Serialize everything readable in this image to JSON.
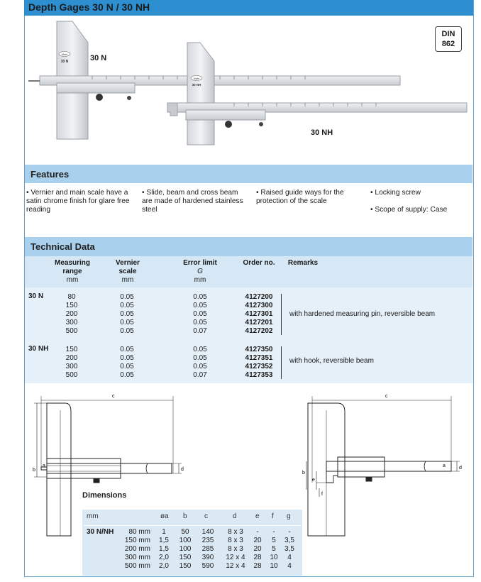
{
  "header": {
    "title": "Depth Gages 30 N / 30 NH"
  },
  "din_badge": {
    "line1": "DIN",
    "line2": "862"
  },
  "product_labels": {
    "n": "30 N",
    "nh": "30 NH"
  },
  "gauge_markings": {
    "brand": "Mahr",
    "model_n": "30 N",
    "model_nh": "30 NH"
  },
  "features": {
    "heading": "Features",
    "items": [
      "• Vernier and main scale have a satin chrome finish for glare free reading",
      "• Slide, beam and cross beam are made of hardened stainless steel",
      "• Raised guide ways for the protection of the scale",
      "• Locking screw",
      "• Scope of supply: Case"
    ]
  },
  "technical": {
    "heading": "Technical Data",
    "headers": {
      "range": [
        "Measuring",
        "range",
        "mm"
      ],
      "vernier": [
        "Vernier",
        "scale",
        "mm"
      ],
      "error": [
        "Error limit",
        "G",
        "mm"
      ],
      "order": "Order no.",
      "remarks": "Remarks"
    },
    "groups": [
      {
        "name": "30 N",
        "ranges": [
          "80",
          "150",
          "200",
          "300",
          "500"
        ],
        "vernier": [
          "0.05",
          "0.05",
          "0.05",
          "0.05",
          "0.05"
        ],
        "error": [
          "0.05",
          "0.05",
          "0.05",
          "0.05",
          "0.07"
        ],
        "orders": [
          "4127200",
          "4127300",
          "4127301",
          "4127201",
          "4127202"
        ],
        "remark": "with hardened measuring pin, reversible beam"
      },
      {
        "name": "30 NH",
        "ranges": [
          "150",
          "200",
          "300",
          "500"
        ],
        "vernier": [
          "0.05",
          "0.05",
          "0.05",
          "0.05"
        ],
        "error": [
          "0.05",
          "0.05",
          "0.05",
          "0.07"
        ],
        "orders": [
          "4127350",
          "4127351",
          "4127352",
          "4127353"
        ],
        "remark": "with hook, reversible beam"
      }
    ]
  },
  "drawing_labels": {
    "c": "c",
    "a": "a",
    "b": "b",
    "d": "d",
    "e": "e",
    "f": "f"
  },
  "dimensions": {
    "heading": "Dimensions",
    "headers": [
      "mm",
      "øa",
      "b",
      "c",
      "d",
      "e",
      "f",
      "g"
    ],
    "model": "30 N/NH",
    "rows": [
      {
        "range": "80 mm",
        "a": "1",
        "b": "50",
        "c": "140",
        "d": "8 x 3",
        "e": "-",
        "f": "-",
        "g": "-"
      },
      {
        "range": "150 mm",
        "a": "1,5",
        "b": "100",
        "c": "235",
        "d": "8 x 3",
        "e": "20",
        "f": "5",
        "g": "3,5"
      },
      {
        "range": "200 mm",
        "a": "1,5",
        "b": "100",
        "c": "285",
        "d": "8 x 3",
        "e": "20",
        "f": "5",
        "g": "3,5"
      },
      {
        "range": "300 mm",
        "a": "2,0",
        "b": "150",
        "c": "390",
        "d": "12 x 4",
        "e": "28",
        "f": "10",
        "g": "4"
      },
      {
        "range": "500 mm",
        "a": "2,0",
        "b": "150",
        "c": "590",
        "d": "12 x 4",
        "e": "28",
        "f": "10",
        "g": "4"
      }
    ]
  },
  "colors": {
    "header_blue": "#2d8fd0",
    "section_blue": "#a9d0ec",
    "table_blue": "#e5f0f9"
  }
}
